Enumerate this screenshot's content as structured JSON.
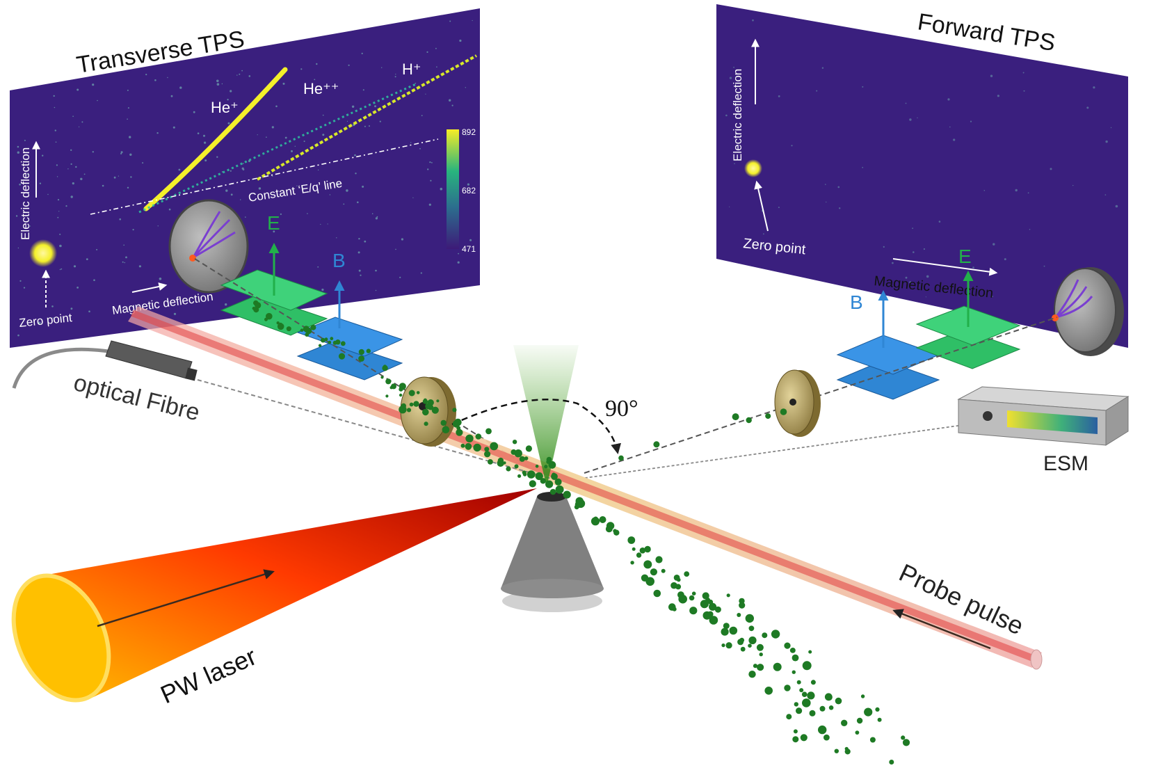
{
  "labels": {
    "transverse_tps": "Transverse TPS",
    "forward_tps": "Forward TPS",
    "he_plus": "He⁺",
    "he_plusplus": "He⁺⁺",
    "h_plus": "H⁺",
    "constant_eq_line": "Constant ‘E/q’ line",
    "electric_deflection_left": "Electric deflection",
    "electric_deflection_right": "Electric deflection",
    "magnetic_deflection_left": "Magnetic deflection",
    "magnetic_deflection_right": "Magnetic deflection",
    "zero_point_left": "Zero point",
    "zero_point_right": "Zero point",
    "colorbar_max": "892",
    "colorbar_mid": "682",
    "colorbar_min": "471",
    "e_left": "E",
    "b_left": "B",
    "e_right": "E",
    "b_right": "B",
    "optical_fibre": "optical Fibre",
    "angle": "90°",
    "esm": "ESM",
    "probe_pulse": "Probe pulse",
    "pw_laser": "PW laser"
  },
  "colors": {
    "screen": "#3a1f7e",
    "trace": "#f4f02a",
    "plate_green": "#33c46a",
    "plate_blue": "#3a8ee0",
    "e_arrow": "#22b04a",
    "b_arrow": "#2f86d4",
    "laser_orange": "#ffb000",
    "laser_red": "#c41010",
    "probe": "#e85a5a",
    "particles": "#1e7a24"
  }
}
